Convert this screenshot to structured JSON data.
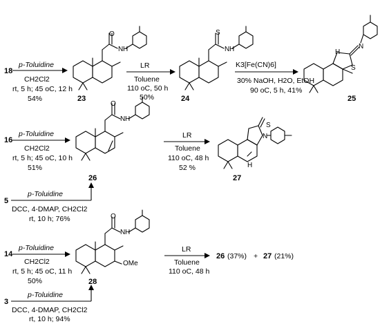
{
  "scheme": {
    "row1": {
      "start": "18",
      "step1": {
        "l1": "p-Toluidine",
        "l2": "CH2Cl2",
        "l3": "rt, 5 h; 45 oC, 12 h",
        "l4": "54%"
      },
      "p1": "23",
      "step2": {
        "l1": "LR",
        "l2": "Toluene",
        "l3": "110 oC, 50 h",
        "l4": "50%"
      },
      "p2": "24",
      "step3": {
        "l1": "K3[Fe(CN)6]",
        "l2": "30% NaOH, H2O, EtOH",
        "l3": "90 oC, 5 h, 41%"
      },
      "p3": "25"
    },
    "row2": {
      "start": "16",
      "step1": {
        "l1": "p-Toluidine",
        "l2": "CH2Cl2",
        "l3": "rt, 5 h; 45 oC, 10 h",
        "l4": "51%"
      },
      "start_b": "5",
      "step1b": {
        "l1": "p-Toluidine",
        "l2": "DCC, 4-DMAP, CH2Cl2",
        "l3": "rt, 10 h; 76%"
      },
      "p1": "26",
      "step2": {
        "l1": "LR",
        "l2": "Toluene",
        "l3": "110 oC, 48 h",
        "l4": "52 %"
      },
      "p2": "27"
    },
    "row3": {
      "start": "14",
      "step1": {
        "l1": "p-Toluidine",
        "l2": "CH2Cl2",
        "l3": "rt, 5 h; 45 oC, 11 h",
        "l4": "50%"
      },
      "start_b": "3",
      "step1b": {
        "l1": "p-Toluidine",
        "l2": "DCC, 4-DMAP, CH2Cl2",
        "l3": "rt, 10 h; 94%"
      },
      "p1": "28",
      "step2": {
        "l1": "LR",
        "l2": "Toluene",
        "l3": "110 oC, 48 h"
      },
      "result": {
        "a": "26",
        "a_yield": "(37%)",
        "plus": "+",
        "b": "27",
        "b_yield": "(21%)"
      }
    },
    "atoms": {
      "O": "O",
      "S": "S",
      "N": "N",
      "NH": "H",
      "H": "H",
      "OMe": "OMe"
    }
  }
}
